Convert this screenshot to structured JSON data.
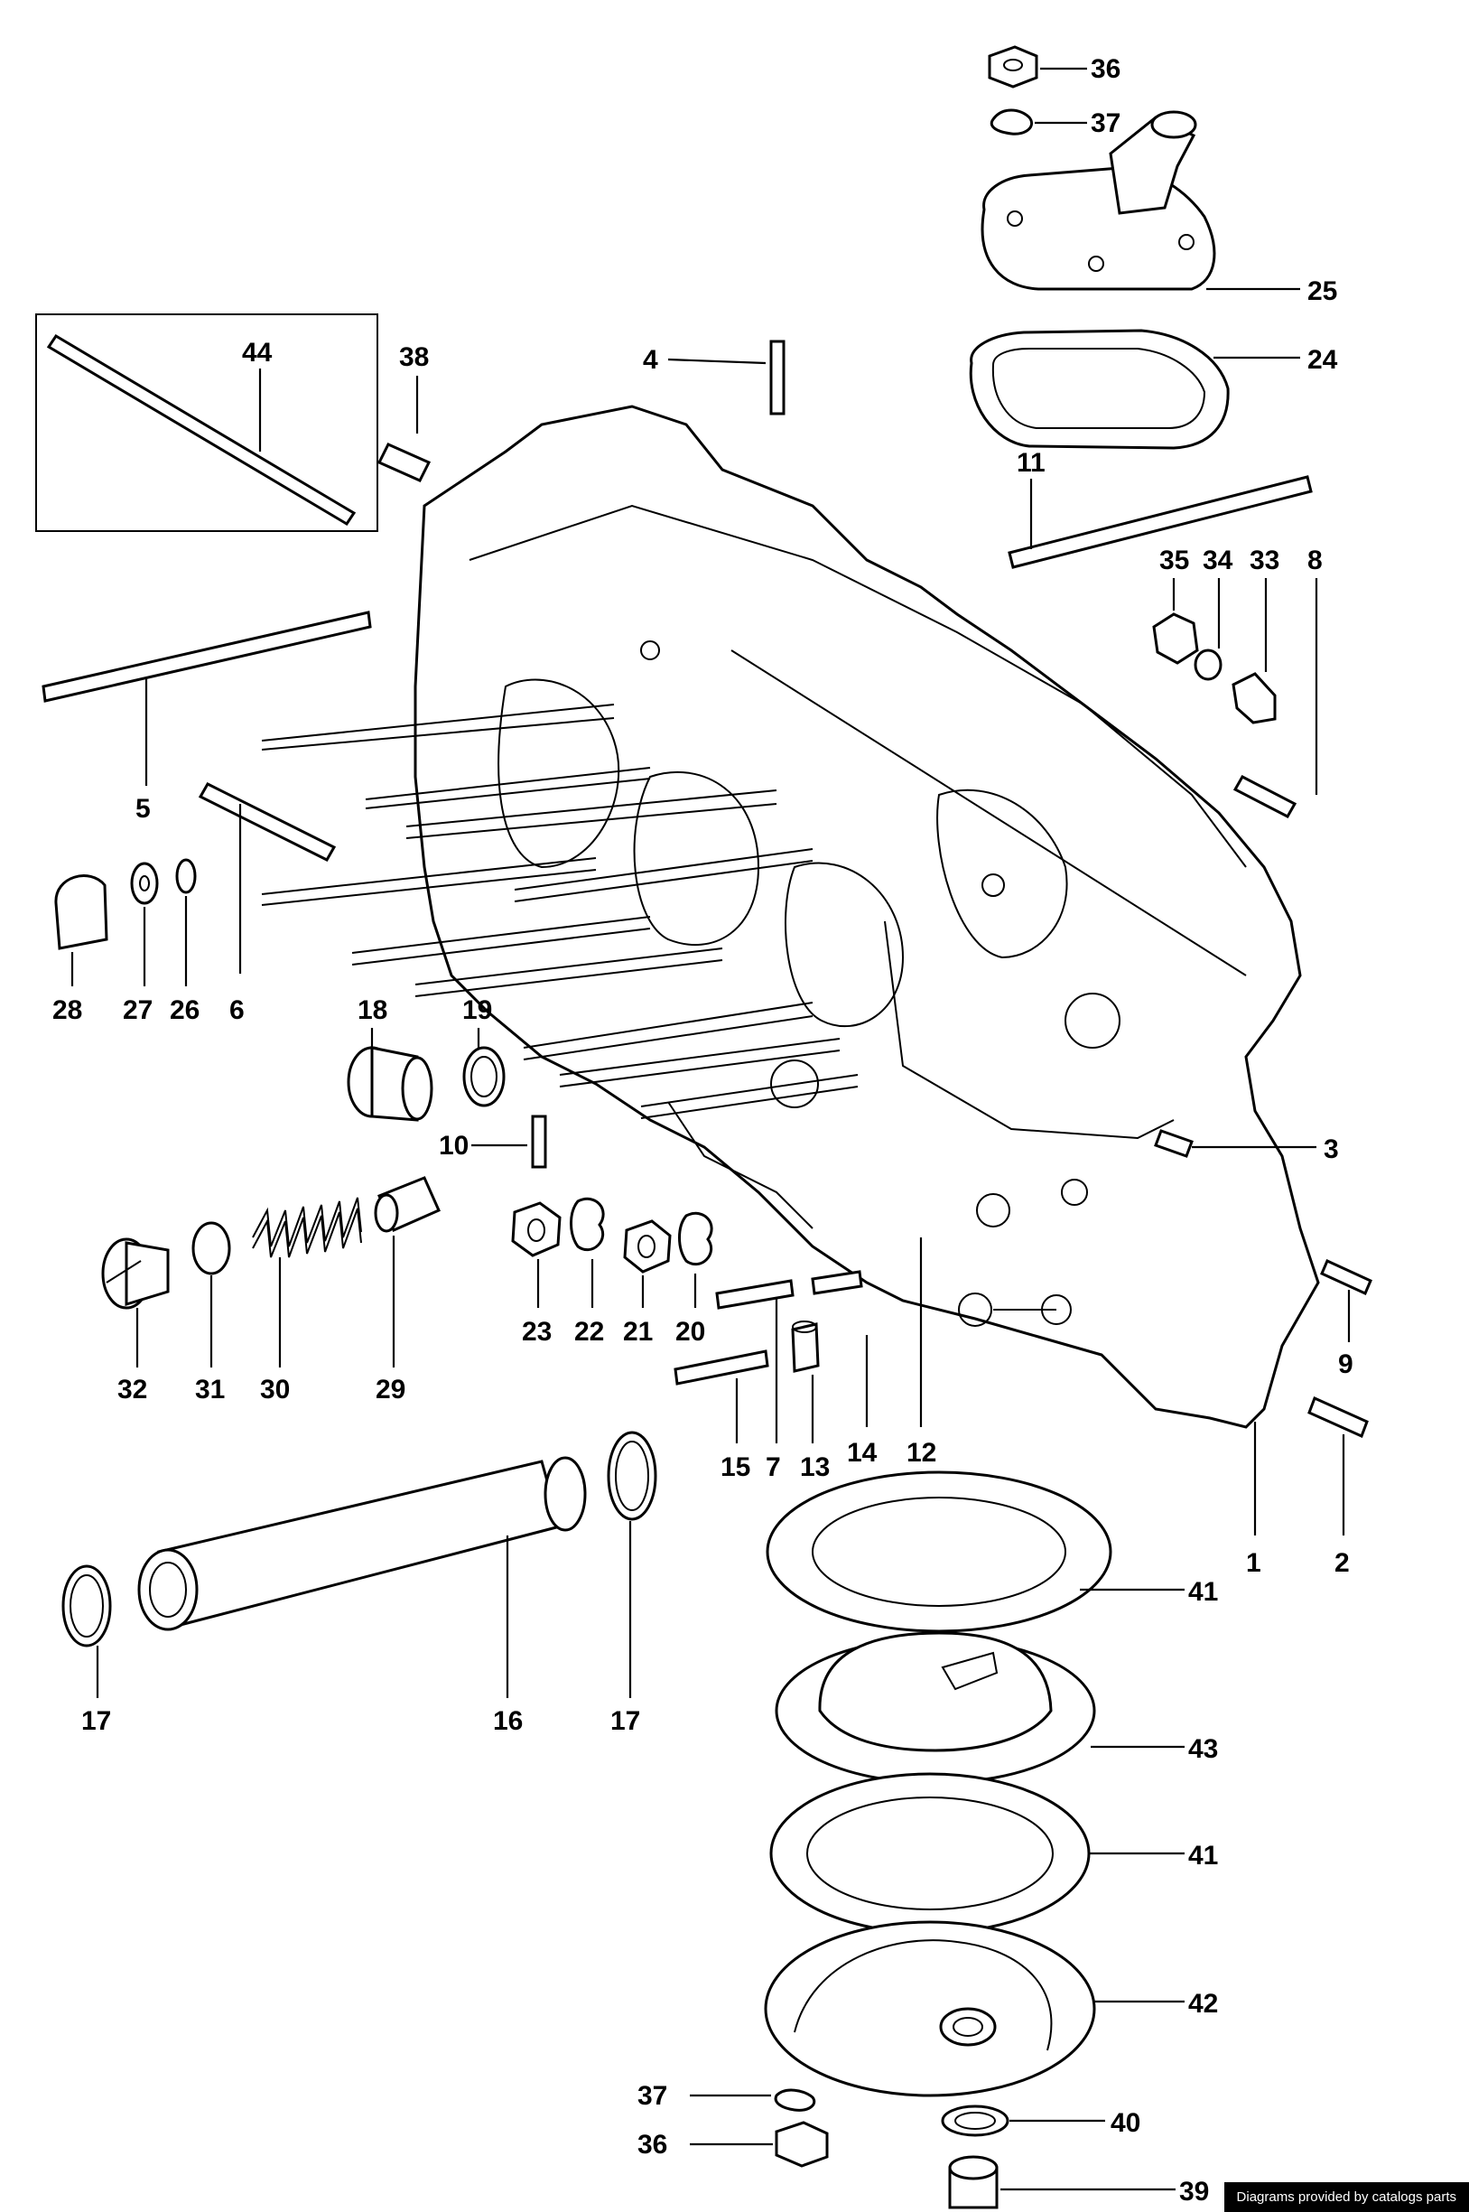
{
  "labels": {
    "l1": "1",
    "l2": "2",
    "l3": "3",
    "l4": "4",
    "l5": "5",
    "l6": "6",
    "l7": "7",
    "l8": "8",
    "l9": "9",
    "l10": "10",
    "l11": "11",
    "l12": "12",
    "l13": "13",
    "l14": "14",
    "l15": "15",
    "l16": "16",
    "l17a": "17",
    "l17b": "17",
    "l18": "18",
    "l19": "19",
    "l20": "20",
    "l21": "21",
    "l22": "22",
    "l23": "23",
    "l24": "24",
    "l25": "25",
    "l26": "26",
    "l27": "27",
    "l28": "28",
    "l29": "29",
    "l30": "30",
    "l31": "31",
    "l32": "32",
    "l33": "33",
    "l34": "34",
    "l35": "35",
    "l36a": "36",
    "l36b": "36",
    "l37a": "37",
    "l37b": "37",
    "l38": "38",
    "l39": "39",
    "l40": "40",
    "l41a": "41",
    "l41b": "41",
    "l42": "42",
    "l43": "43",
    "l44": "44"
  },
  "watermark": "Diagrams provided by catalogs parts"
}
